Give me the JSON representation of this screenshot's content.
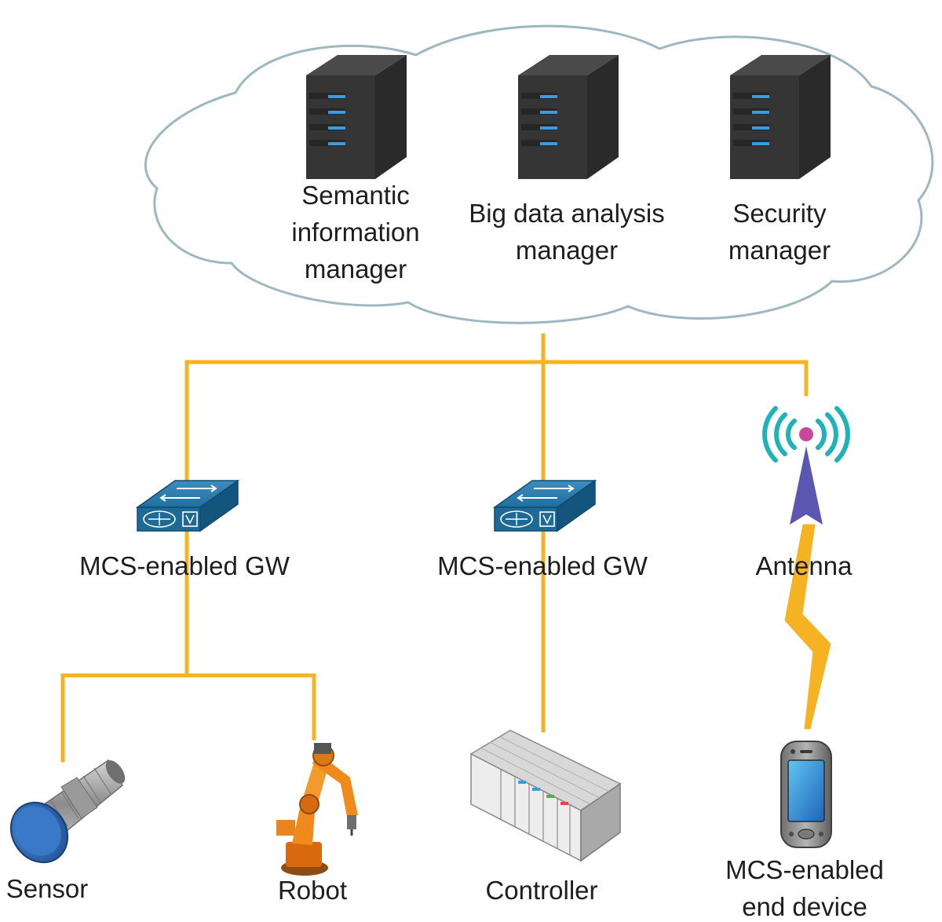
{
  "cloud": {
    "servers": [
      {
        "label": "Semantic\ninformation\nmanager",
        "icon": "server-icon"
      },
      {
        "label": "Big data analysis\nmanager",
        "icon": "server-icon"
      },
      {
        "label": "Security\nmanager",
        "icon": "server-icon"
      }
    ]
  },
  "network": {
    "gateways": [
      {
        "label": "MCS-enabled GW",
        "icon": "gateway-switch-icon"
      },
      {
        "label": "MCS-enabled GW",
        "icon": "gateway-switch-icon"
      }
    ],
    "antenna": {
      "label": "Antenna",
      "icon": "antenna-icon"
    }
  },
  "devices": [
    {
      "label": "Sensor",
      "icon": "sensor-icon"
    },
    {
      "label": "Robot",
      "icon": "robot-arm-icon"
    },
    {
      "label": "Controller",
      "icon": "controller-icon"
    },
    {
      "label": "MCS-enabled\nend device",
      "icon": "smartphone-icon"
    }
  ],
  "colors": {
    "link": "#F5B324",
    "cloud_outline": "#9CB8C0",
    "server_body": "#353535",
    "server_led": "#3A9BE0",
    "gateway_body": "#1D6A96",
    "antenna_waves": "#1FB3B9",
    "antenna_tip": "#C8489E",
    "antenna_mast": "#5B57B0",
    "robot": "#EE7A14",
    "sensor_cap": "#2E6DB5"
  }
}
